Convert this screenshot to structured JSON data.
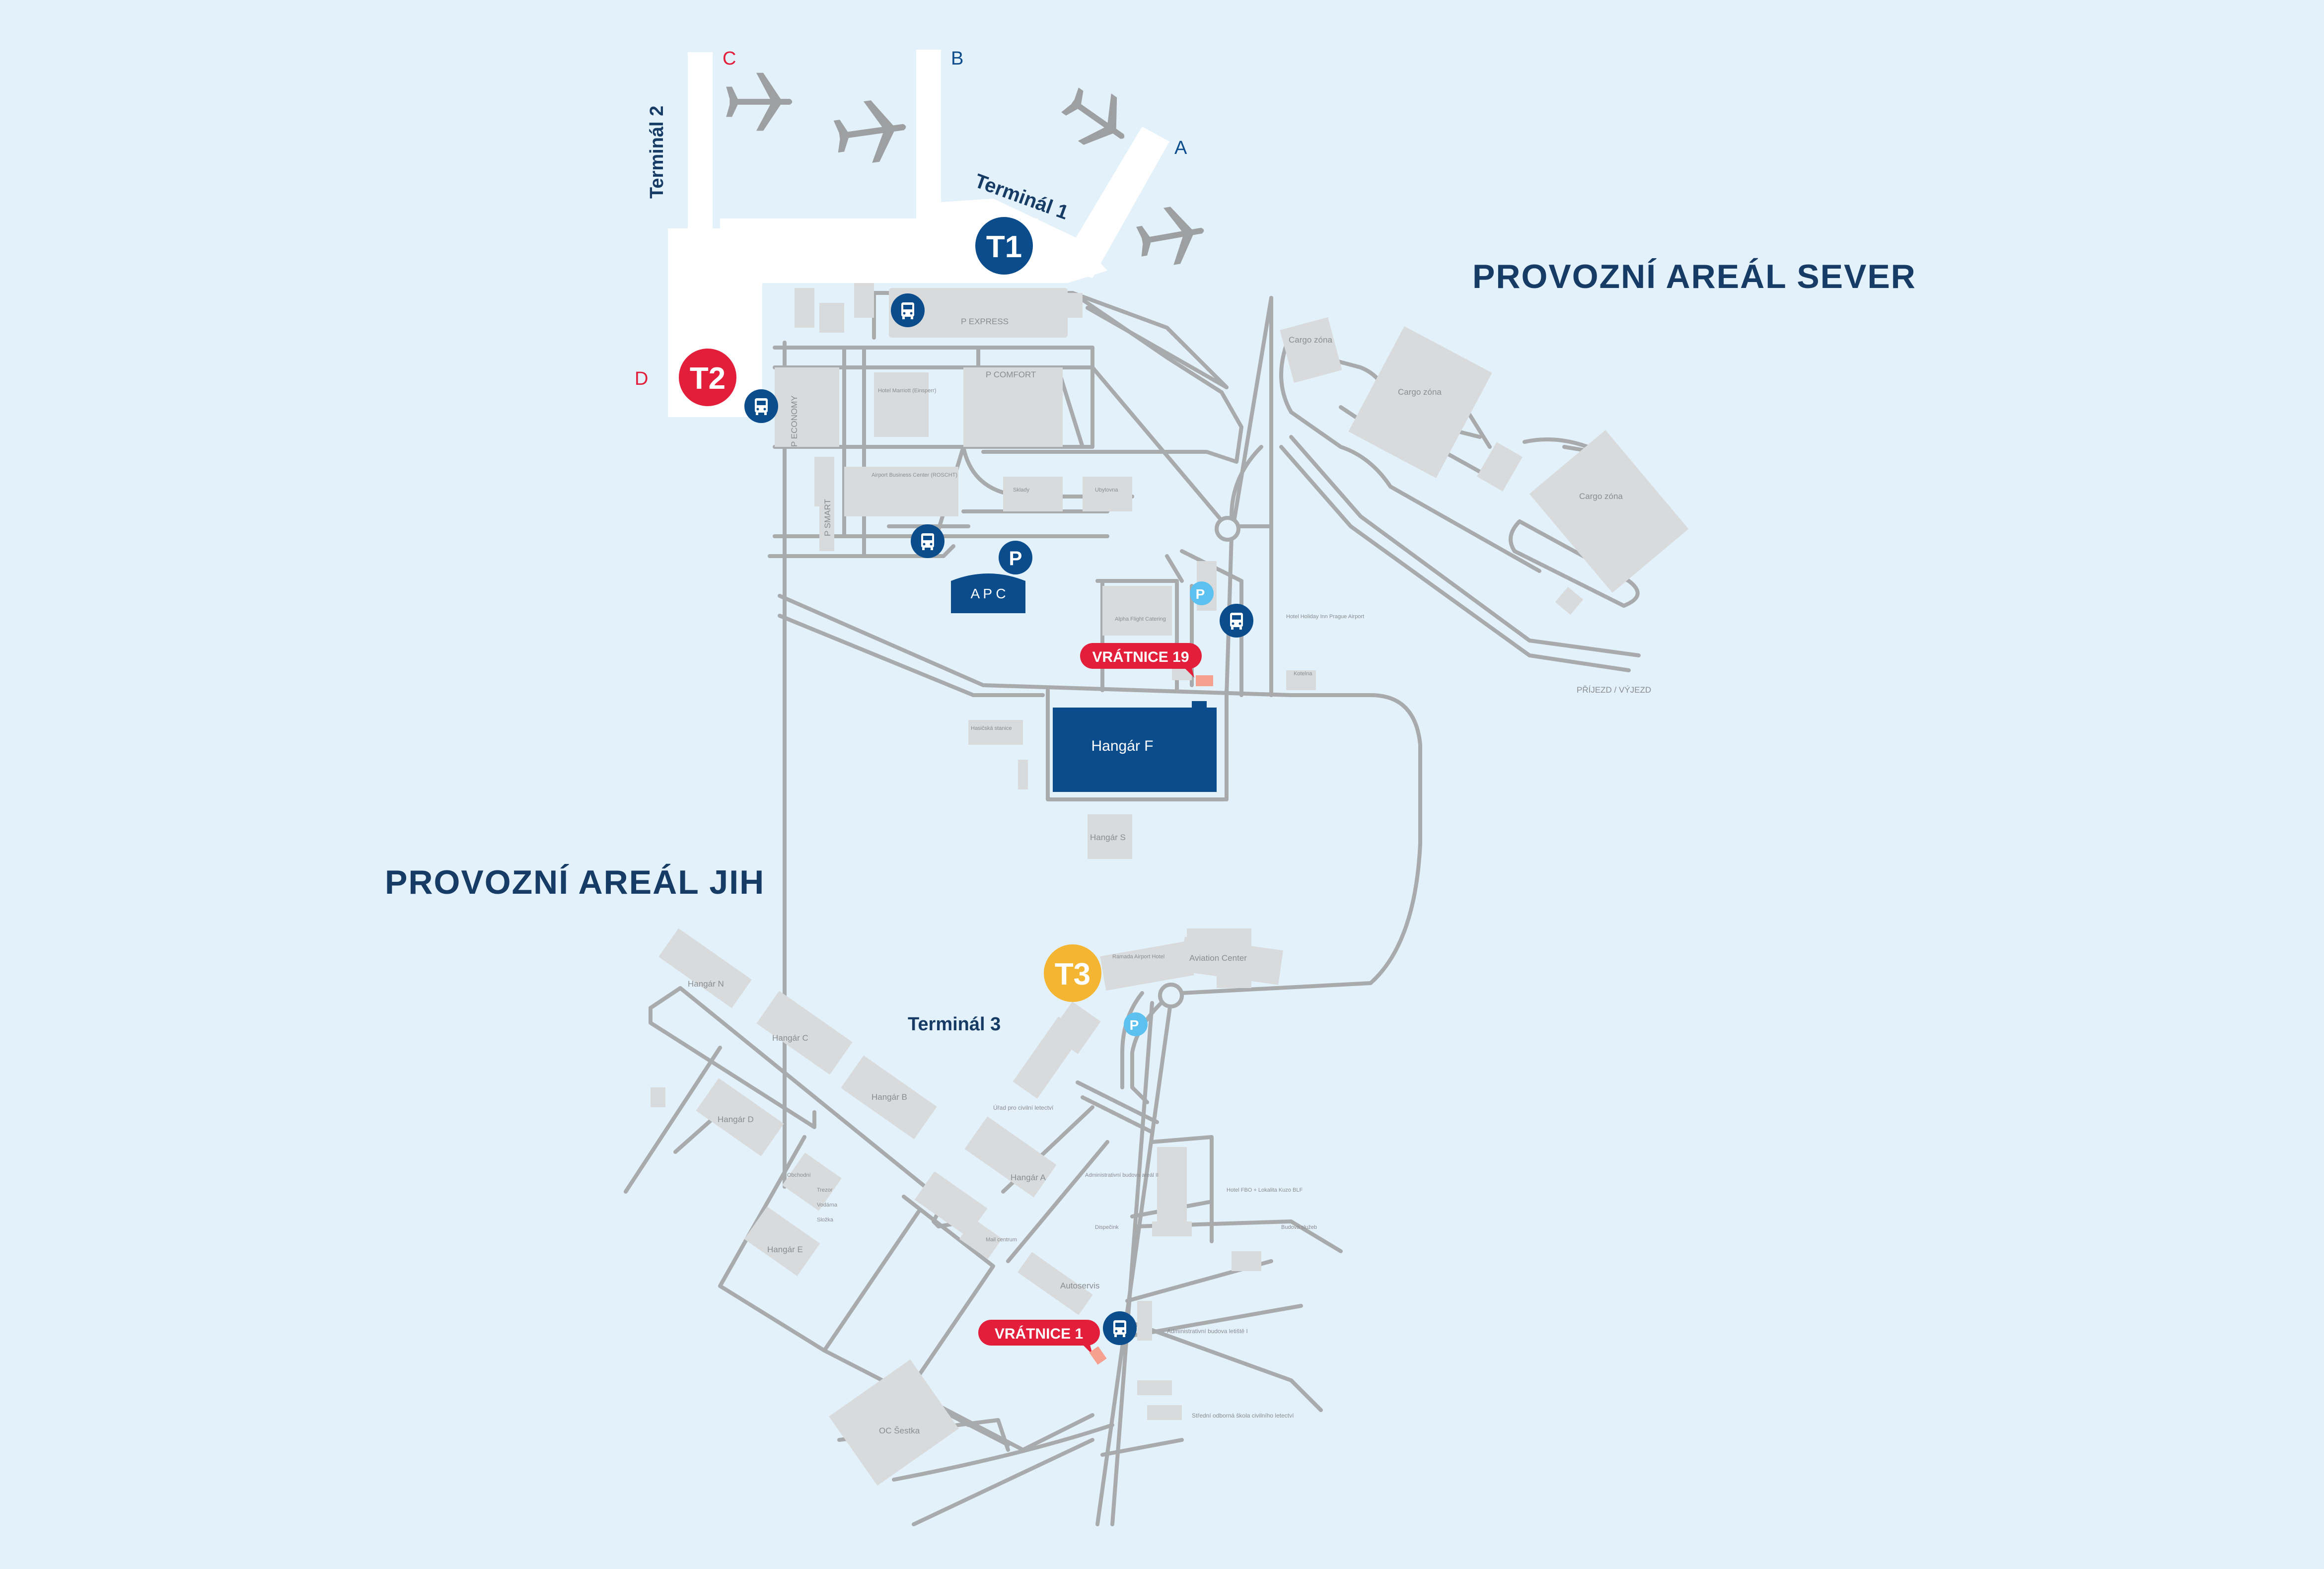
{
  "colors": {
    "background": "#e2f1fa",
    "road": "#a9aaab",
    "building": "#d9dadb",
    "terminal": "#ffffff",
    "plane": "#9d9fa1",
    "navy": "#0a4c8c",
    "red": "#e31e3a",
    "yellow": "#f4b532",
    "light_blue": "#5cc1ee",
    "title_text": "#163c66",
    "small_text": "#8a8c8e"
  },
  "areas": {
    "north": "PROVOZNÍ AREÁL SEVER",
    "south": "PROVOZNÍ AREÁL JIH"
  },
  "terminals": {
    "t1_badge": "T1",
    "t1_name": "Terminál 1",
    "t2_badge": "T2",
    "t2_name": "Terminál 2",
    "t3_badge": "T3",
    "t3_name": "Terminál 3"
  },
  "piers": {
    "a": "A",
    "b": "B",
    "c": "C",
    "d": "D"
  },
  "gates": {
    "g19": "VRÁTNICE 19",
    "g1": "VRÁTNICE 1"
  },
  "hangar_f": "Hangár F",
  "apc": "A P C",
  "parking_badge": "P",
  "parking_r_badge": "P",
  "parkings": {
    "express": "P  EXPRESS",
    "comfort": "P  COMFORT",
    "economy": "P  ECONOMY",
    "smart": "P  SMART"
  },
  "labels": {
    "cargo1": "Cargo zóna",
    "cargo2": "Cargo zóna",
    "cargo3": "Cargo zóna",
    "marriott": "Hotel Marriott (Einsperr)",
    "business_center": "Airport Business Center (ROSCHT)",
    "hotel_holiday": "Hotel Holiday Inn Prague Airport",
    "hangar_s": "Hangár S",
    "hangar_n": "Hangár N",
    "hangar_c": "Hangár C",
    "hangar_b": "Hangár B",
    "hangar_d": "Hangár D",
    "hangar_a": "Hangár A",
    "hangar_e": "Hangár E",
    "aviation_center": "Aviation Center",
    "ramada": "Ramada Airport Hotel",
    "urad": "Úřad pro civilní letectví",
    "autoservis": "Autoservis",
    "oc_sestka": "OC Šestka",
    "admin1": "Administrativní budova letiště I",
    "admin2": "Administrativní budova areál II",
    "skola": "Střední odborná škola civilního letectví",
    "prijezd": "PŘÍJEZD / VÝJEZD",
    "alpha": "Alpha Flight Catering",
    "ubytovani": "Ubytovna",
    "sklady": "Sklady",
    "hasicska": "Hasičská stanice",
    "obchodni": "Obchodní",
    "hotel_fb": "Hotel FBO + Lokalita Kuzo BLF",
    "budova": "Budova služeb",
    "dispecink": "Dispečink",
    "mail": "Mail centrum",
    "trezor": "Trezor",
    "vodarna": "Vodárna",
    "kotelna": "Kotelna",
    "slozka": "Složka"
  }
}
